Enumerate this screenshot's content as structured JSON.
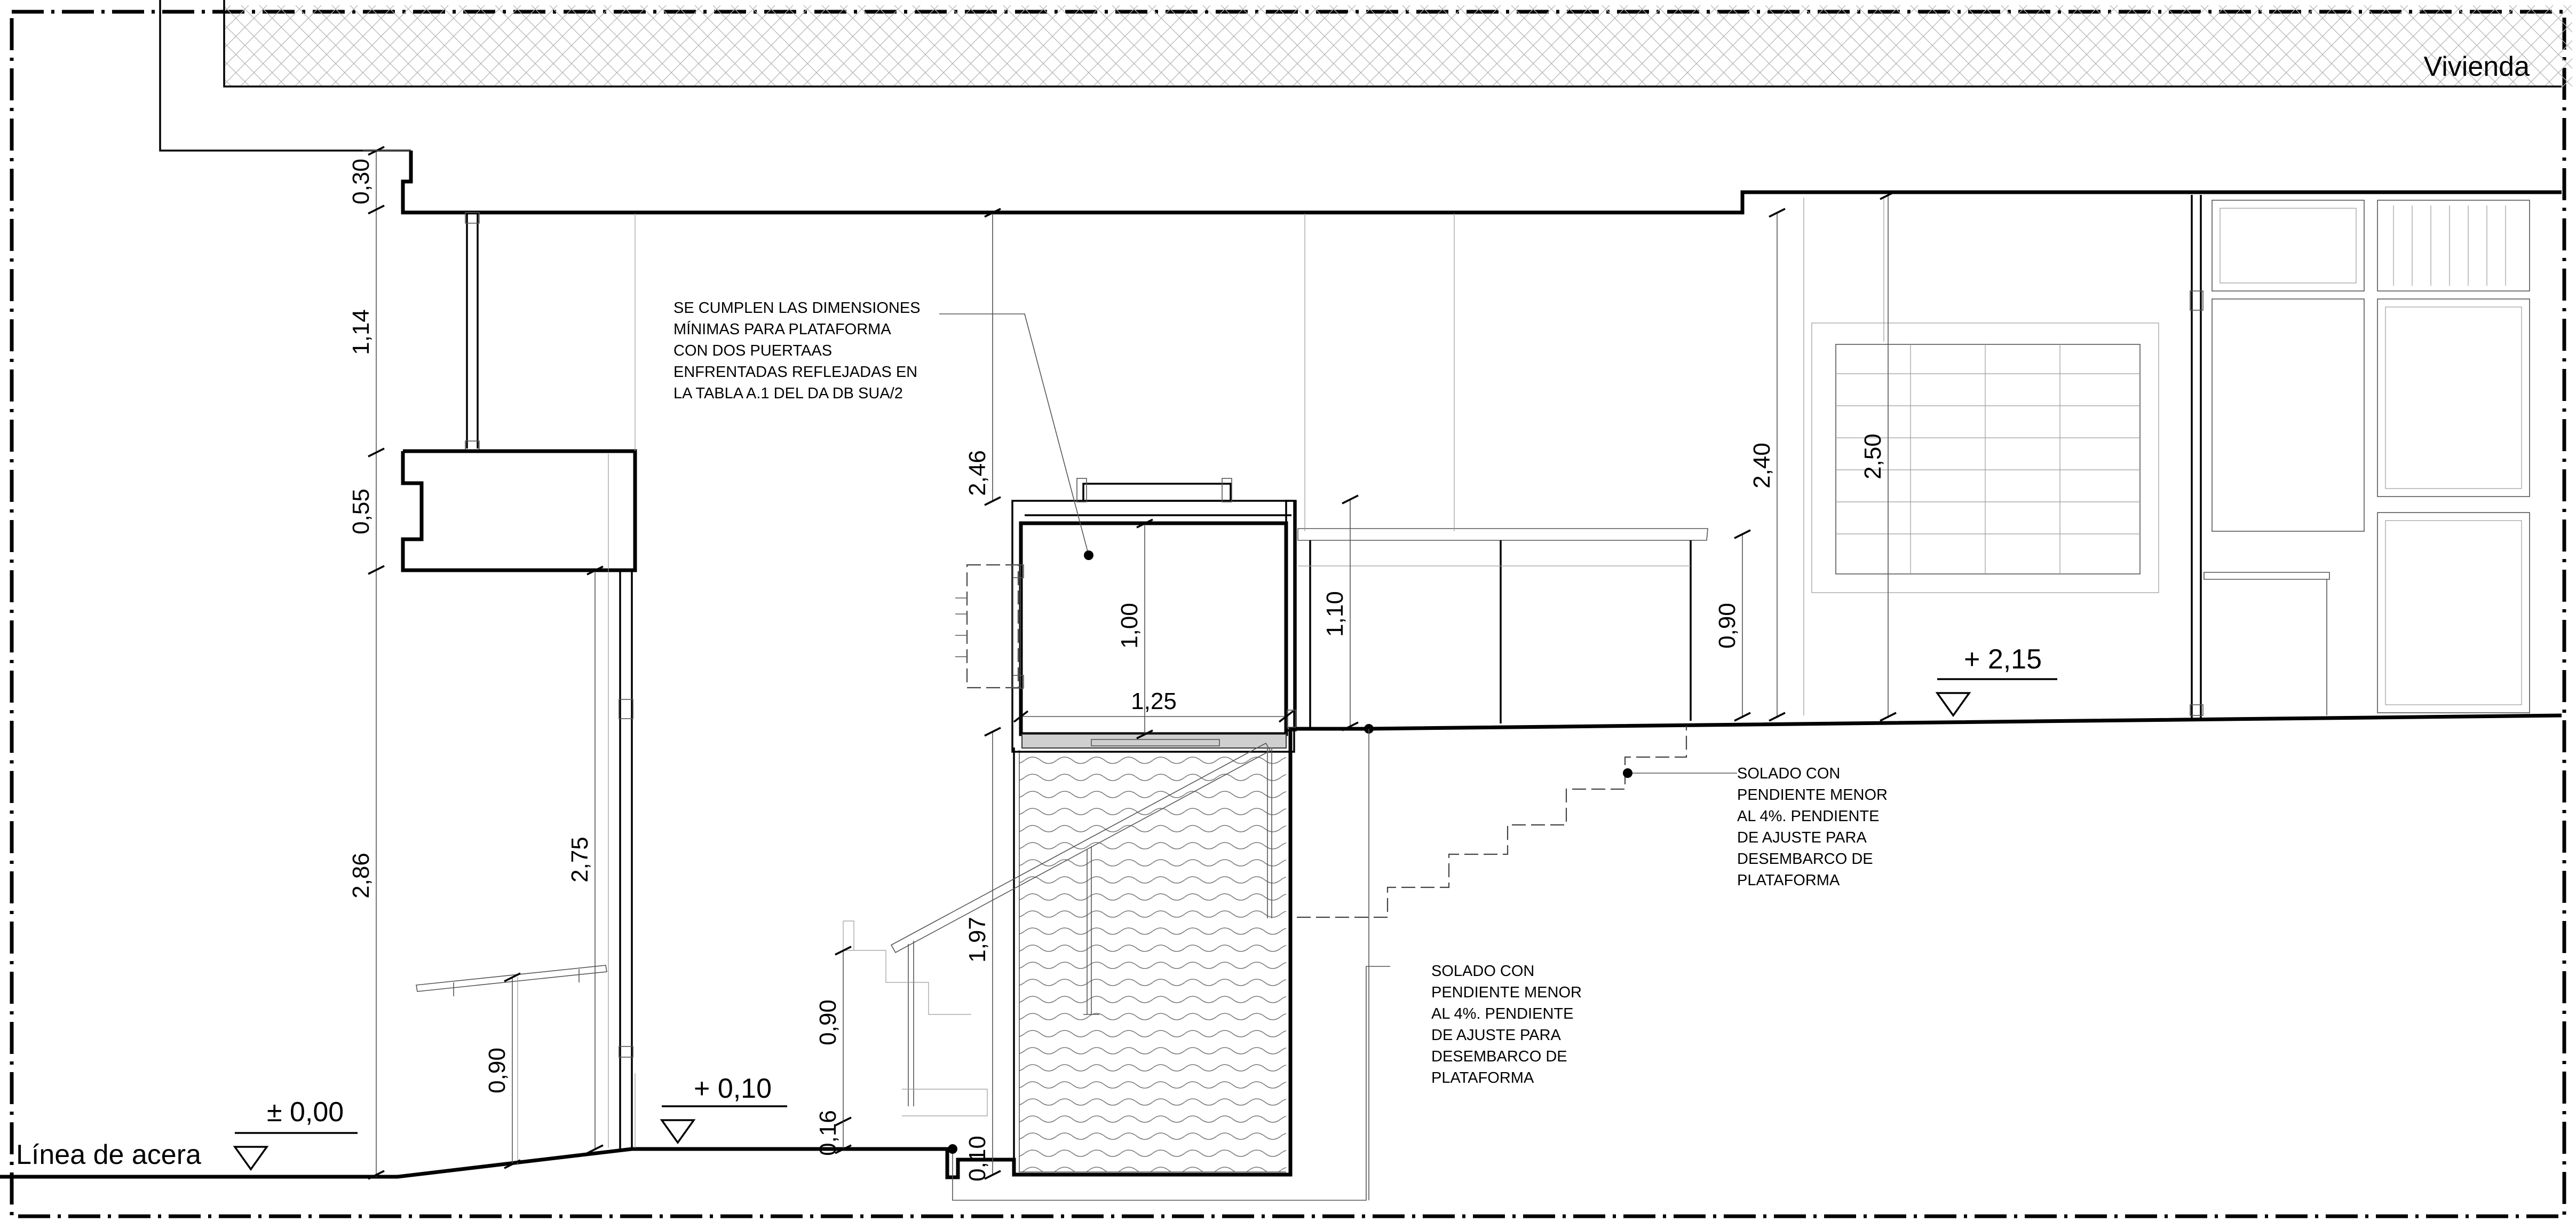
{
  "labels": {
    "vivienda": "Vivienda",
    "linea_acera": "Línea de acera"
  },
  "levels": {
    "level_000": "± 0,00",
    "level_010": "+ 0,10",
    "level_215": "+ 2,15"
  },
  "dimensions": {
    "d_030": "0,30",
    "d_114": "1,14",
    "d_055": "0,55",
    "d_286": "2,86",
    "d_275": "2,75",
    "d_090_left": "0,90",
    "d_246": "2,46",
    "d_100": "1,00",
    "d_125": "1,25",
    "d_110": "1,10",
    "d_197": "1,97",
    "d_090_mid": "0,90",
    "d_016": "0,16",
    "d_010": "0,10",
    "d_240": "2,40",
    "d_250": "2,50",
    "d_090_right": "0,90"
  },
  "notes": {
    "platform": [
      "SE CUMPLEN LAS DIMENSIONES",
      "MÍNIMAS PARA PLATAFORMA",
      "CON DOS PUERTAAS",
      "ENFRENTADAS REFLEJADAS EN",
      "LA TABLA A.1 DEL DA DB SUA/2"
    ],
    "floor_upper": [
      "SOLADO CON",
      "PENDIENTE MENOR",
      "AL 4%. PENDIENTE",
      "DE AJUSTE PARA",
      "DESEMBARCO DE",
      "PLATAFORMA"
    ],
    "floor_lower": [
      "SOLADO CON",
      "PENDIENTE MENOR",
      "AL 4%. PENDIENTE",
      "DE AJUSTE PARA",
      "DESEMBARCO DE",
      "PLATAFORMA"
    ]
  }
}
